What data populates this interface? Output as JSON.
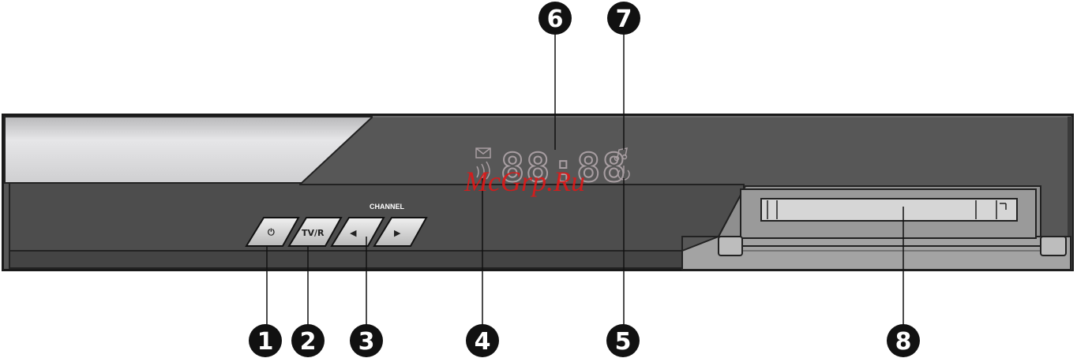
{
  "panel": {
    "channel_label": "CHANNEL",
    "display_digits": "88:88",
    "power_symbol": "⏻",
    "tv_radio_symbol": "TV/R",
    "left_arrow": "◀",
    "right_arrow": "▶"
  },
  "callouts": [
    "1",
    "2",
    "3",
    "4",
    "5",
    "6",
    "7",
    "8"
  ],
  "watermark": "McGrp.Ru",
  "colors": {
    "chassis": "#4f4f4f",
    "silver": "#c9c9cb",
    "slot_panel": "#9b9b9b",
    "callout": "#111111",
    "display_segment": "#a89ea2"
  }
}
